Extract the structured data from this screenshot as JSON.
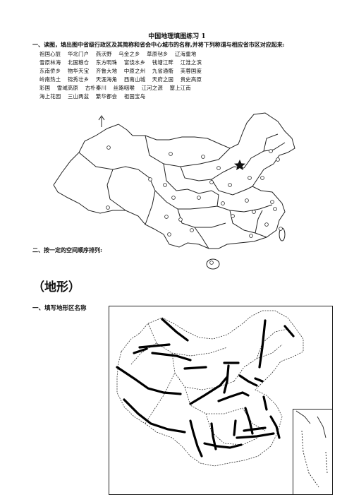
{
  "title": "中国地理填图练习 1",
  "q1": "一、读图，填出图中省级行政区及其简称和省会中心城市的名称,并将下列称谓与相应省市区对应起来:",
  "nicknames": [
    [
      "祖国心脏",
      "华北门户",
      "燕沃野",
      "乌金之乡",
      "草原毡乡",
      "辽海重地"
    ],
    [
      "雪原林海",
      "北国粮仓",
      "东方明珠",
      "富饶水乡",
      "钱塘江畔",
      "江淮之滨"
    ],
    [
      "东南侨乡",
      "物华天宝",
      "齐鲁大地",
      "中原之州",
      "九省通衢",
      "芙蓉国度"
    ],
    [
      "岭南热土",
      "锦秀壮乡",
      "天涯海角",
      "西南山城",
      "天府之国",
      "贵史高原"
    ],
    [
      "彩国",
      "雪域高原",
      "古朴秦川",
      "丝路咽喉",
      "江河之源",
      "塞上江南"
    ],
    [
      "海上花园",
      "三山两盆",
      "繁华都会",
      "祖国宝岛"
    ]
  ],
  "q2": "二、按一定的空间顺序排列:",
  "section": "（地形）",
  "q3": "一、填写地形区名称"
}
